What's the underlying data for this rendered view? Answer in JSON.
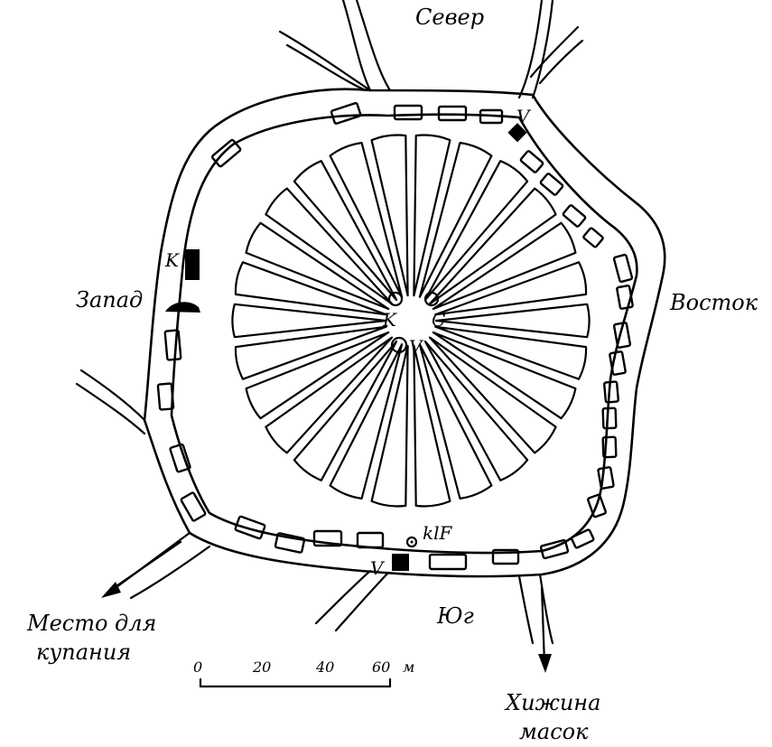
{
  "labels": {
    "north": "Север",
    "east": "Восток",
    "west": "Запад",
    "south": "Юг",
    "bathing_line1": "Место для",
    "bathing_line2": "купания",
    "masks_line1": "Хижина",
    "masks_line2": "масок",
    "center_k": "K",
    "center_c": "C",
    "center_v": "V",
    "west_house": "K",
    "north_shrine": "V",
    "south_shrine": "V",
    "klf": "klF"
  },
  "scale": {
    "ticks": [
      "0",
      "20",
      "40",
      "60"
    ],
    "unit": "м"
  },
  "colors": {
    "ink": "#000000",
    "paper": "#ffffff"
  }
}
